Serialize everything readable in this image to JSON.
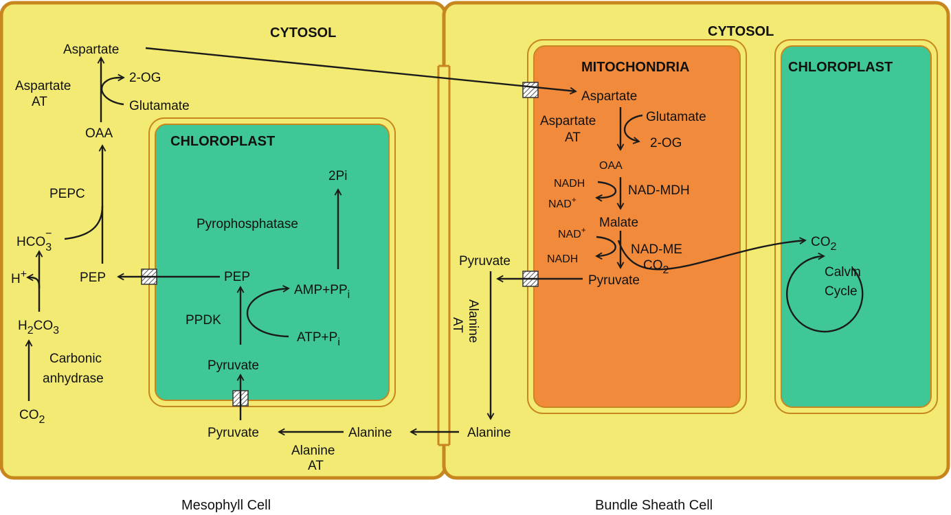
{
  "colors": {
    "cell_fill": "#f2ea73",
    "cell_border": "#c7861e",
    "chloroplast_fill": "#3fc795",
    "mitochondria_fill": "#f28a3c",
    "organelle_ring": "#f2ea73"
  },
  "mesophyll": {
    "caption": "Mesophyll Cell",
    "cytosol_title": "CYTOSOL",
    "aspartate": "Aspartate",
    "aspartate_at_line1": "Aspartate",
    "aspartate_at_line2": "AT",
    "two_og": "2-OG",
    "glutamate": "Glutamate",
    "oaa": "OAA",
    "pepc": "PEPC",
    "hco3": "HCO",
    "hco3_sub": "3",
    "hco3_sup": "−",
    "h_plus": "H",
    "h_plus_sup": "+",
    "pep": "PEP",
    "h2co3_h": "H",
    "h2co3_sub": "2",
    "h2co3_co": "CO",
    "h2co3_sub2": "3",
    "carbonic_line1": "Carbonic",
    "carbonic_line2": "anhydrase",
    "co2": "CO",
    "co2_sub": "2",
    "pyruvate_bottom": "Pyruvate",
    "alanine_bottom": "Alanine",
    "alanine_at_line1": "Alanine",
    "alanine_at_line2": "AT",
    "chloroplast": {
      "title": "CHLOROPLAST",
      "two_pi": "2Pi",
      "pyrophosphatase": "Pyrophosphatase",
      "pep": "PEP",
      "amp_pp": "AMP+PP",
      "amp_pp_sub": "i",
      "ppdk": "PPDK",
      "atp_p": "ATP+P",
      "atp_p_sub": "i",
      "pyruvate": "Pyruvate"
    }
  },
  "bundle_sheath": {
    "caption": "Bundle Sheath Cell",
    "cytosol_title": "CYTOSOL",
    "pyruvate": "Pyruvate",
    "alanine_at_line1": "Alanine",
    "alanine_at_line2": "AT",
    "alanine": "Alanine",
    "mitochondria": {
      "title": "MITOCHONDRIA",
      "aspartate": "Aspartate",
      "aspartate_at_line1": "Aspartate",
      "aspartate_at_line2": "AT",
      "glutamate": "Glutamate",
      "two_og": "2-OG",
      "oaa": "OAA",
      "nadh_1": "NADH",
      "nad_1": "NAD",
      "nad_1_sup": "+",
      "nad_mdh": "NAD-MDH",
      "malate": "Malate",
      "nad_2": "NAD",
      "nad_2_sup": "+",
      "nadh_2": "NADH",
      "nad_me": "NAD-ME",
      "co2": "CO",
      "co2_sub": "2",
      "pyruvate": "Pyruvate"
    },
    "chloroplast": {
      "title": "CHLOROPLAST",
      "co2": "CO",
      "co2_sub": "2",
      "calvin_line1": "Calvin",
      "calvin_line2": "Cycle"
    }
  }
}
